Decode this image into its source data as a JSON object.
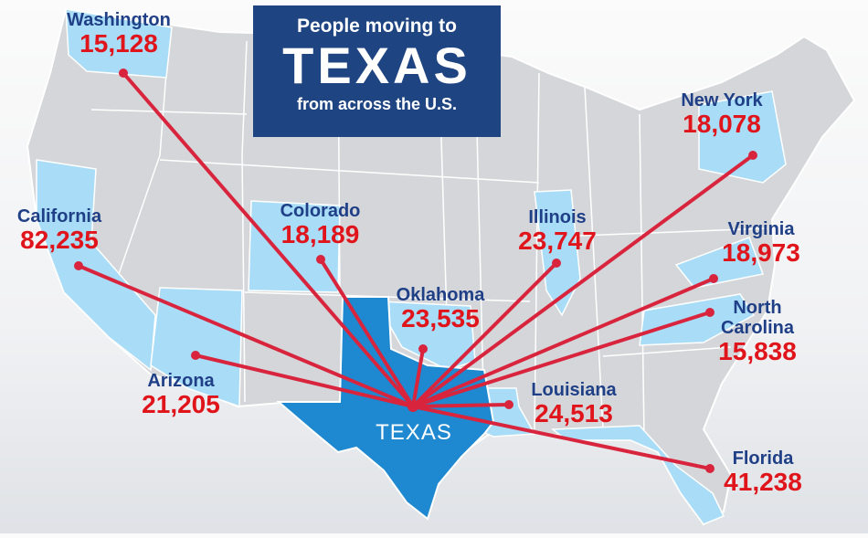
{
  "title": {
    "line1": "People moving to",
    "line2": "TEXAS",
    "line3": "from across the U.S."
  },
  "destination": {
    "name": "TEXAS"
  },
  "colors": {
    "title_bg": "#1f4482",
    "texas": "#1e88d0",
    "origin_state": "#a9dcf7",
    "other_state": "#d4d6d9",
    "arrow": "#d8253d",
    "name_text": "#1f3f87",
    "value_text": "#e0141b"
  },
  "origins": [
    {
      "key": "washington",
      "name": "Washington",
      "value": "15,128"
    },
    {
      "key": "california",
      "name": "California",
      "value": "82,235"
    },
    {
      "key": "colorado",
      "name": "Colorado",
      "value": "18,189"
    },
    {
      "key": "arizona",
      "name": "Arizona",
      "value": "21,205"
    },
    {
      "key": "oklahoma",
      "name": "Oklahoma",
      "value": "23,535"
    },
    {
      "key": "illinois",
      "name": "Illinois",
      "value": "23,747"
    },
    {
      "key": "new-york",
      "name": "New York",
      "value": "18,078"
    },
    {
      "key": "virginia",
      "name": "Virginia",
      "value": "18,973"
    },
    {
      "key": "north-carolina",
      "name": "North Carolina",
      "value": "15,838"
    },
    {
      "key": "louisiana",
      "name": "Louisiana",
      "value": "24,513"
    },
    {
      "key": "florida",
      "name": "Florida",
      "value": "41,238"
    }
  ]
}
